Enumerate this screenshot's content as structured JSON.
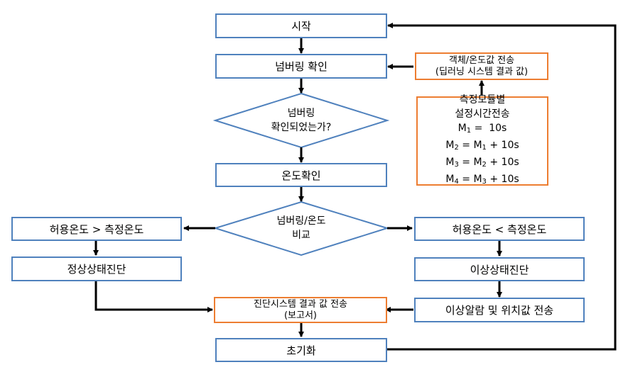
{
  "nodes": {
    "start": "시작",
    "numbering_check": "넘버링 확인",
    "decision_numbered": [
      "넘버링",
      "확인되었는가?"
    ],
    "temp_check": "온도확인",
    "decision_compare": [
      "넘버링/온도",
      "비교"
    ],
    "left_condition": "허용온도 > 측정온도",
    "normal_diag": "정상상태진단",
    "right_condition": "허용온도 < 측정온도",
    "abnormal_diag": "이상상태진단",
    "alarm_send": "이상알람 및 위치값 전송",
    "result_send": [
      "진단시스템 결과 값 전송",
      "(보고서)"
    ],
    "reset": "초기화",
    "object_temp_send": [
      "객체/온도값 전송",
      "(딥러닝 시스템 결과 값)"
    ],
    "module_time": {
      "line1": "측정모듈별",
      "line2": "설정시간전송",
      "m1": {
        "lhs": "M",
        "lhs_sub": "1",
        "rhs": " =  10s"
      },
      "m2": {
        "lhs": "M",
        "lhs_sub": "2",
        "mid": " = M",
        "mid_sub": "1",
        "rhs": " + 10s"
      },
      "m3": {
        "lhs": "M",
        "lhs_sub": "3",
        "mid": " = M",
        "mid_sub": "2",
        "rhs": " + 10s"
      },
      "m4": {
        "lhs": "M",
        "lhs_sub": "4",
        "mid": " = M",
        "mid_sub": "3",
        "rhs": " + 10s"
      }
    }
  },
  "colors": {
    "process_border": "#4f81bd",
    "io_border": "#ed7d31",
    "arrow": "#000000"
  }
}
